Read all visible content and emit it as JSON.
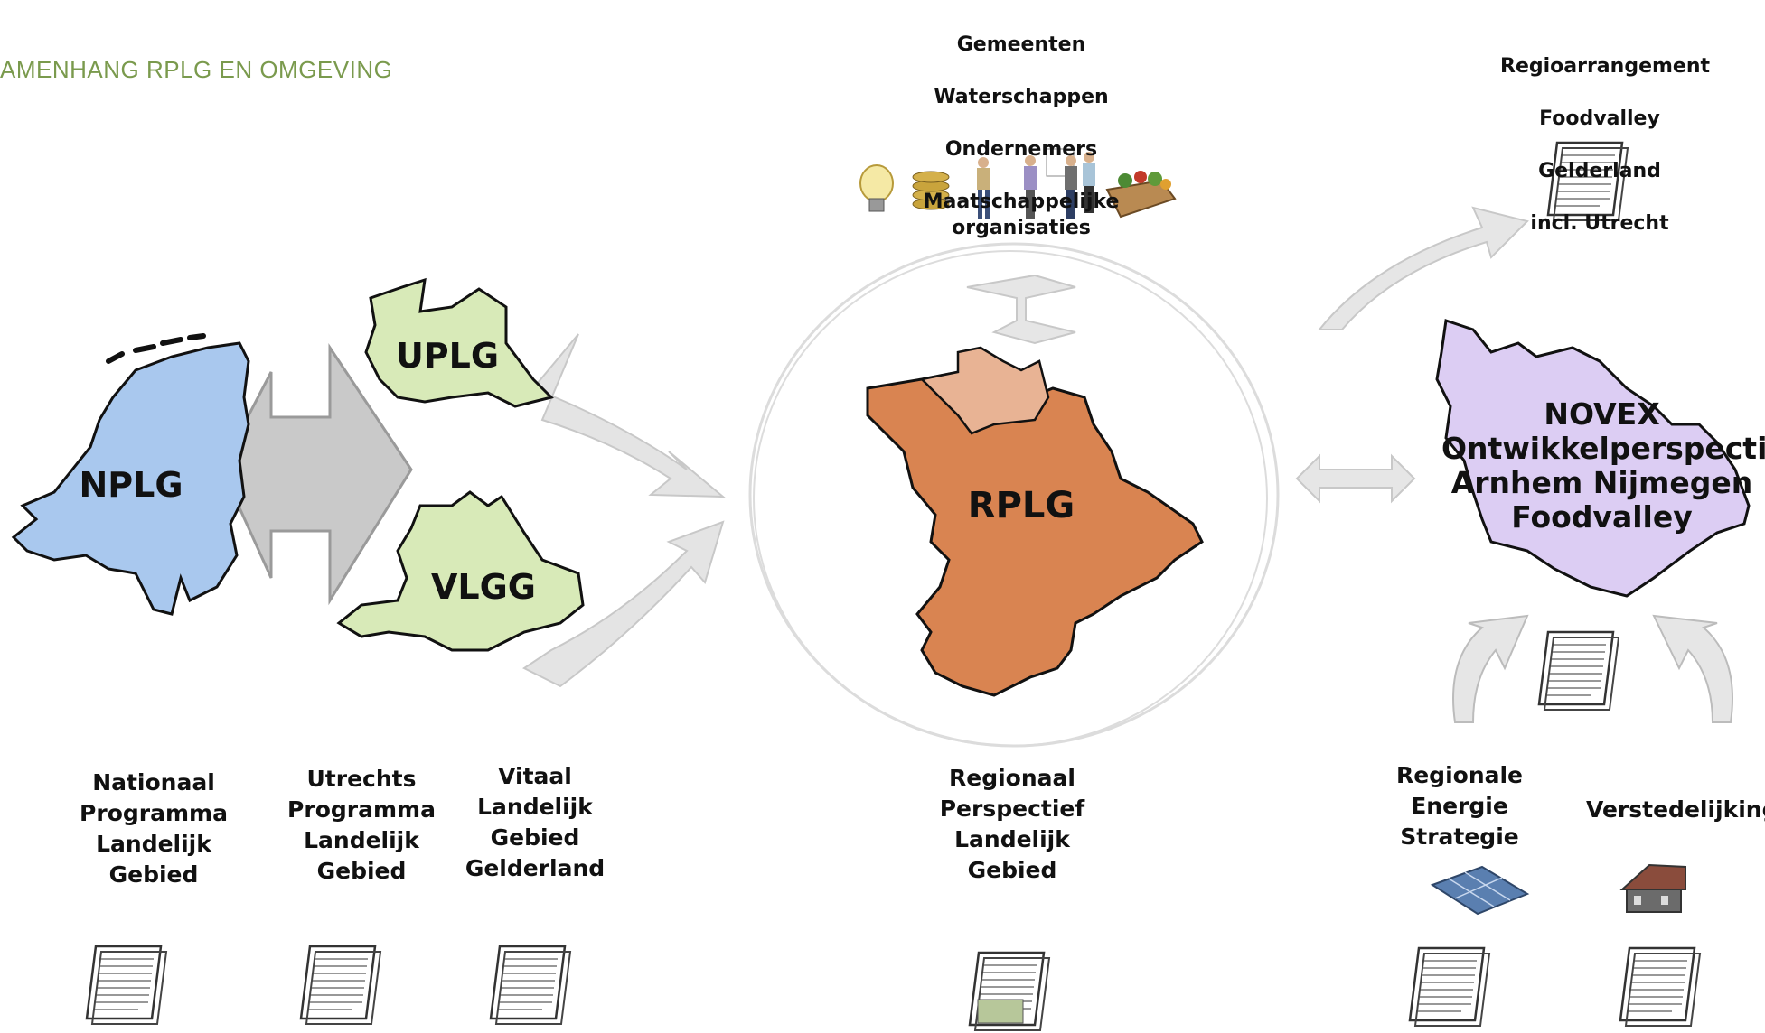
{
  "heading": "AMENHANG RPLG EN OMGEVING",
  "stakeholders": [
    "Gemeenten",
    "Waterschappen",
    "Ondernemers",
    "Maatschappelijke organisaties"
  ],
  "regioarrangement": [
    "Regioarrangement",
    "Foodvalley",
    "Gelderland",
    "incl. Utrecht"
  ],
  "maps": {
    "nplg": "NPLG",
    "uplg": "UPLG",
    "vlgg": "VLGG",
    "rplg": "RPLG",
    "novex": [
      "NOVEX",
      "Ontwikkelperspectief",
      "Arnhem Nijmegen",
      "Foodvalley"
    ]
  },
  "documents": {
    "nplg": "Nationaal\nProgramma\nLandelijk\nGebied",
    "uplg": "Utrechts\nProgramma\nLandelijk\nGebied",
    "vlgg": "Vitaal\nLandelijk\nGebied\nGelderland",
    "rplg": "Regionaal\nPerspectief\nLandelijk\nGebied",
    "res": "Regionale\nEnergie\nStrategie",
    "verstedelijking": "Verstedelijking"
  },
  "colors": {
    "heading": "#7a9a4d",
    "nplg": "#a9c8ee",
    "uplg_vlgg": "#d8eab8",
    "rplg": "#d98451",
    "rplg_top": "#e8b394",
    "novex": "#dccdf3",
    "arrow": "#d0d0d0"
  },
  "icons": [
    "lightbulb-icon",
    "coins-icon",
    "person-icon",
    "group-icon",
    "vegetable-crate-icon",
    "solar-panel-icon",
    "house-icon",
    "document-icon"
  ]
}
